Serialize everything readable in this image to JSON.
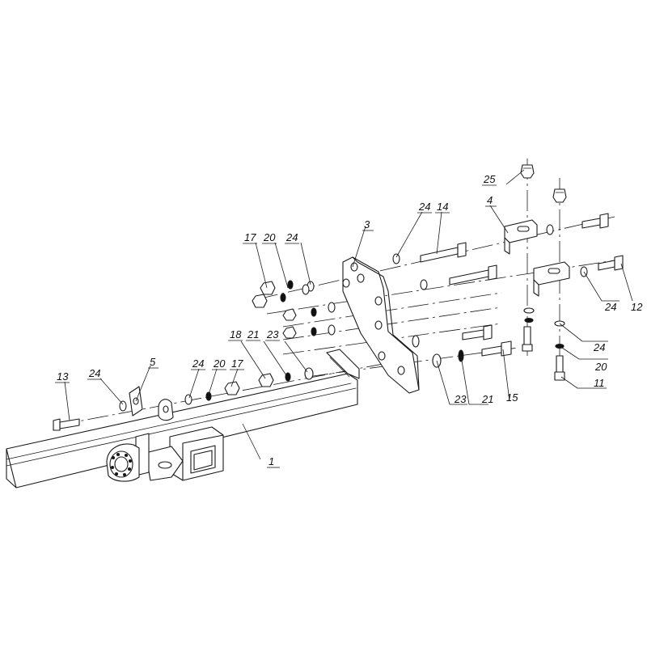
{
  "callouts": [
    {
      "id": "c1",
      "label": "1"
    },
    {
      "id": "c3",
      "label": "3"
    },
    {
      "id": "c4",
      "label": "4"
    },
    {
      "id": "c5",
      "label": "5"
    },
    {
      "id": "c11",
      "label": "11"
    },
    {
      "id": "c12",
      "label": "12"
    },
    {
      "id": "c13",
      "label": "13"
    },
    {
      "id": "c14",
      "label": "14"
    },
    {
      "id": "c15",
      "label": "15"
    },
    {
      "id": "c17a",
      "label": "17"
    },
    {
      "id": "c17b",
      "label": "17"
    },
    {
      "id": "c18",
      "label": "18"
    },
    {
      "id": "c20a",
      "label": "20"
    },
    {
      "id": "c20b",
      "label": "20"
    },
    {
      "id": "c20c",
      "label": "20"
    },
    {
      "id": "c21a",
      "label": "21"
    },
    {
      "id": "c21b",
      "label": "21"
    },
    {
      "id": "c23a",
      "label": "23"
    },
    {
      "id": "c23b",
      "label": "23"
    },
    {
      "id": "c24a",
      "label": "24"
    },
    {
      "id": "c24b",
      "label": "24"
    },
    {
      "id": "c24c",
      "label": "24"
    },
    {
      "id": "c24d",
      "label": "24"
    },
    {
      "id": "c24e",
      "label": "24"
    },
    {
      "id": "c24f",
      "label": "24"
    },
    {
      "id": "c25",
      "label": "25"
    }
  ]
}
